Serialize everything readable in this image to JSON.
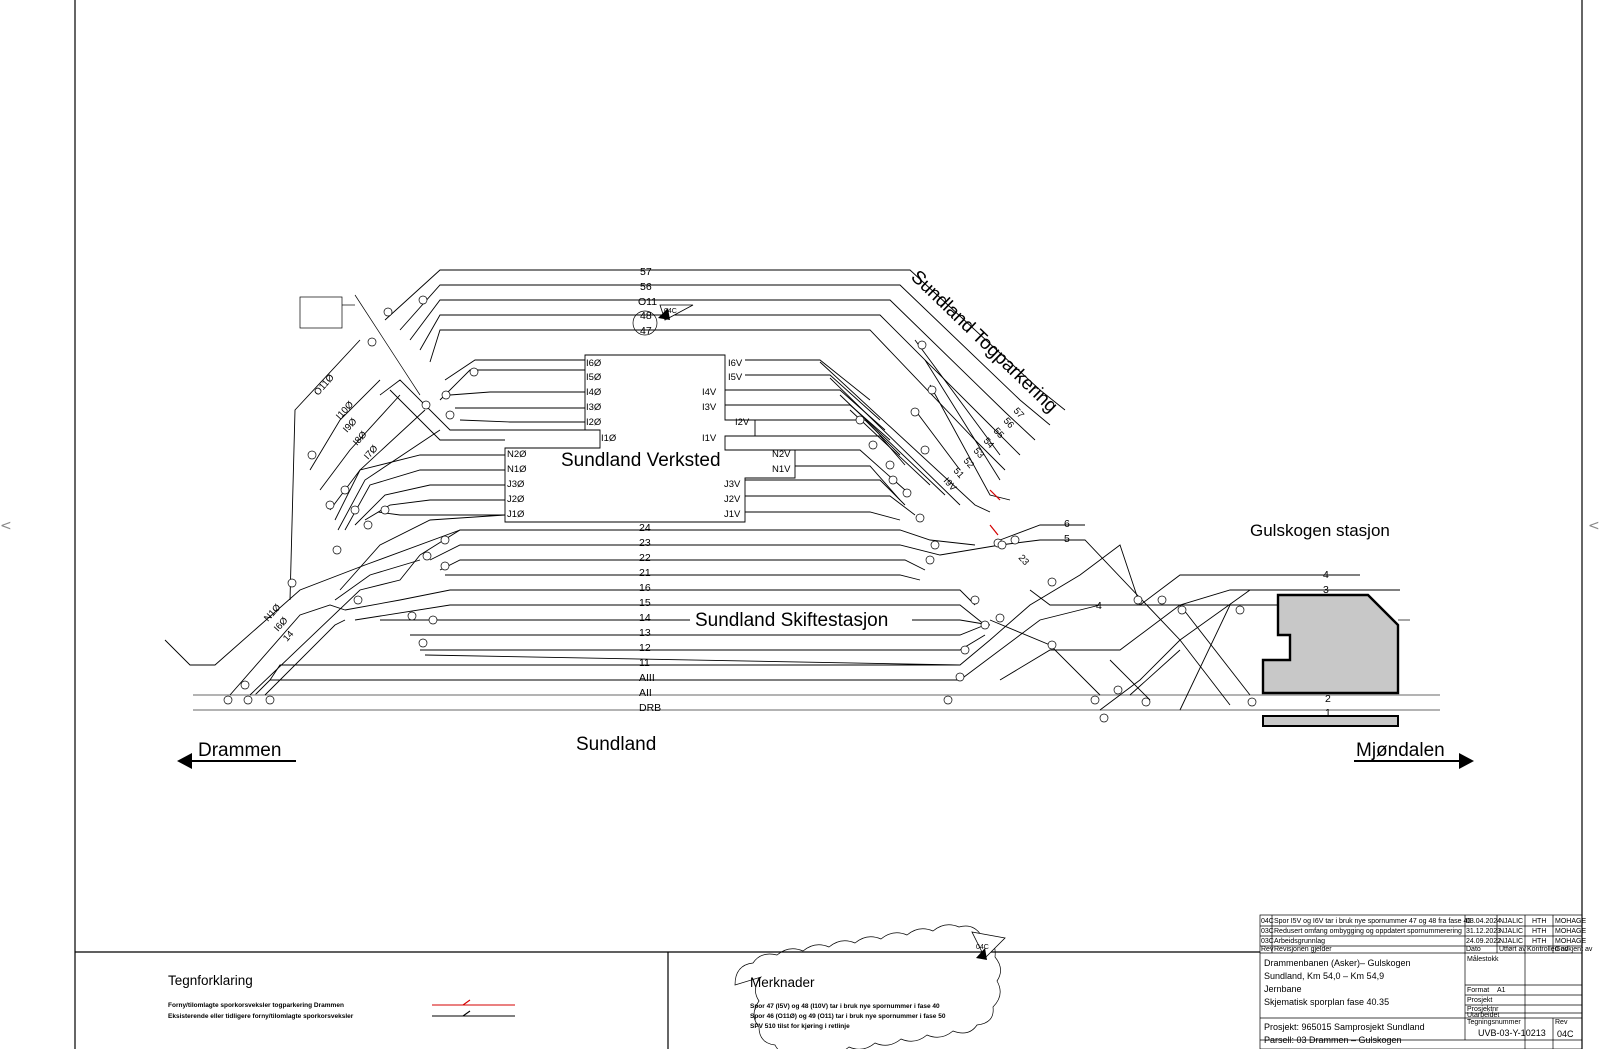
{
  "places": {
    "togparkering": "Sundland Togparkering",
    "verksted": "Sundland Verksted",
    "skiftestasjon": "Sundland Skiftestasjon",
    "gulskogen": "Gulskogen stasjon",
    "sundland": "Sundland",
    "drammen": "Drammen",
    "mjondalen": "Mjøndalen"
  },
  "track_labels": {
    "upper": [
      "57",
      "56",
      "O11",
      "48",
      "47"
    ],
    "yard": [
      "24",
      "23",
      "22",
      "21",
      "16",
      "15",
      "14",
      "13",
      "12",
      "11",
      "AIII",
      "AII",
      "DRB"
    ],
    "gulskogen": [
      "6",
      "5",
      "4",
      "4",
      "3",
      "2",
      "1"
    ],
    "diagonal": [
      "O11Ø",
      "I10Ø",
      "I9Ø",
      "I8Ø",
      "I7Ø",
      "N1Ø",
      "I6Ø",
      "14"
    ],
    "parking": [
      "57",
      "56",
      "55",
      "54",
      "53",
      "52",
      "51",
      "I9V",
      "23"
    ]
  },
  "verksted_ports": {
    "upper_left": [
      "I6Ø",
      "I5Ø",
      "I4Ø",
      "I3Ø",
      "I2Ø",
      "I1Ø"
    ],
    "upper_right": [
      "I6V",
      "I5V",
      "I4V",
      "I3V",
      "I2V",
      "I1V"
    ],
    "lower_left": [
      "N2Ø",
      "N1Ø",
      "J3Ø",
      "J2Ø",
      "J1Ø"
    ],
    "lower_right": [
      "N2V",
      "N1V",
      "J3V",
      "J2V",
      "J1V"
    ]
  },
  "revision_tag": "04C",
  "legend": {
    "title": "Tegnforklaring",
    "row1": "Forny/tilomlagte sporkorsveksler togparkering Drammen",
    "row2": "Eksisterende eller tidligere forny/tilomlagte sporkorsveksler"
  },
  "notes": {
    "title": "Merknader",
    "lines": [
      "Spor 47 (I5V) og 48 (I10V) tar i bruk nye spornummer i fase 40",
      "Spor 46 (O11Ø) og 49 (O11) tar i bruk nye spornummer i fase 50",
      "SPV 510 tilst for kjøring i retlinje"
    ]
  },
  "title_block": {
    "revisions": [
      {
        "rev": "04C",
        "text": "Spor I5V og I6V tar i bruk nye spornummer 47 og 48 fra fase 40",
        "date": "03.04.2024",
        "by": "NJALIC",
        "chk": "HTH",
        "app": "MOHAGE"
      },
      {
        "rev": "03C",
        "text": "Redusert omfang ombygging og oppdatert spornummerering",
        "date": "31.12.2023",
        "by": "NJALIC",
        "chk": "HTH",
        "app": "MOHAGE"
      },
      {
        "rev": "03C",
        "text": "Arbeidsgrunnlag",
        "date": "24.09.2022",
        "by": "NJALIC",
        "chk": "HTH",
        "app": "MOHAGE"
      }
    ],
    "header_row": [
      "Rev",
      "Revisjonen gjelder",
      "Dato",
      "Utført av",
      "Kontrollert av",
      "Godkjent av"
    ],
    "line1": "Drammenbanen (Asker)– Gulskogen",
    "line2": "Sundland, Km 54,0 – Km 54,9",
    "line3": "Jernbane",
    "line4": "Skjematisk sporplan fase 40.35",
    "project": "Prosjekt: 965015 Samprosjekt Sundland",
    "parcel": "Parsell: 03 Drammen – Gulskogen",
    "drawing_no": "UVB-03-Y-10213",
    "rev_box": "04C",
    "side_labels": [
      "Målestokk",
      "Format",
      "Prosjekt",
      "Prosjektnr",
      "Prosjekt nr",
      "Utarbeidet"
    ],
    "side_values": [
      "",
      "",
      "",
      "",
      "",
      ""
    ],
    "drawing_no_label": "Tegningsnummer",
    "rev_label": "Rev",
    "format_value": "A1"
  }
}
